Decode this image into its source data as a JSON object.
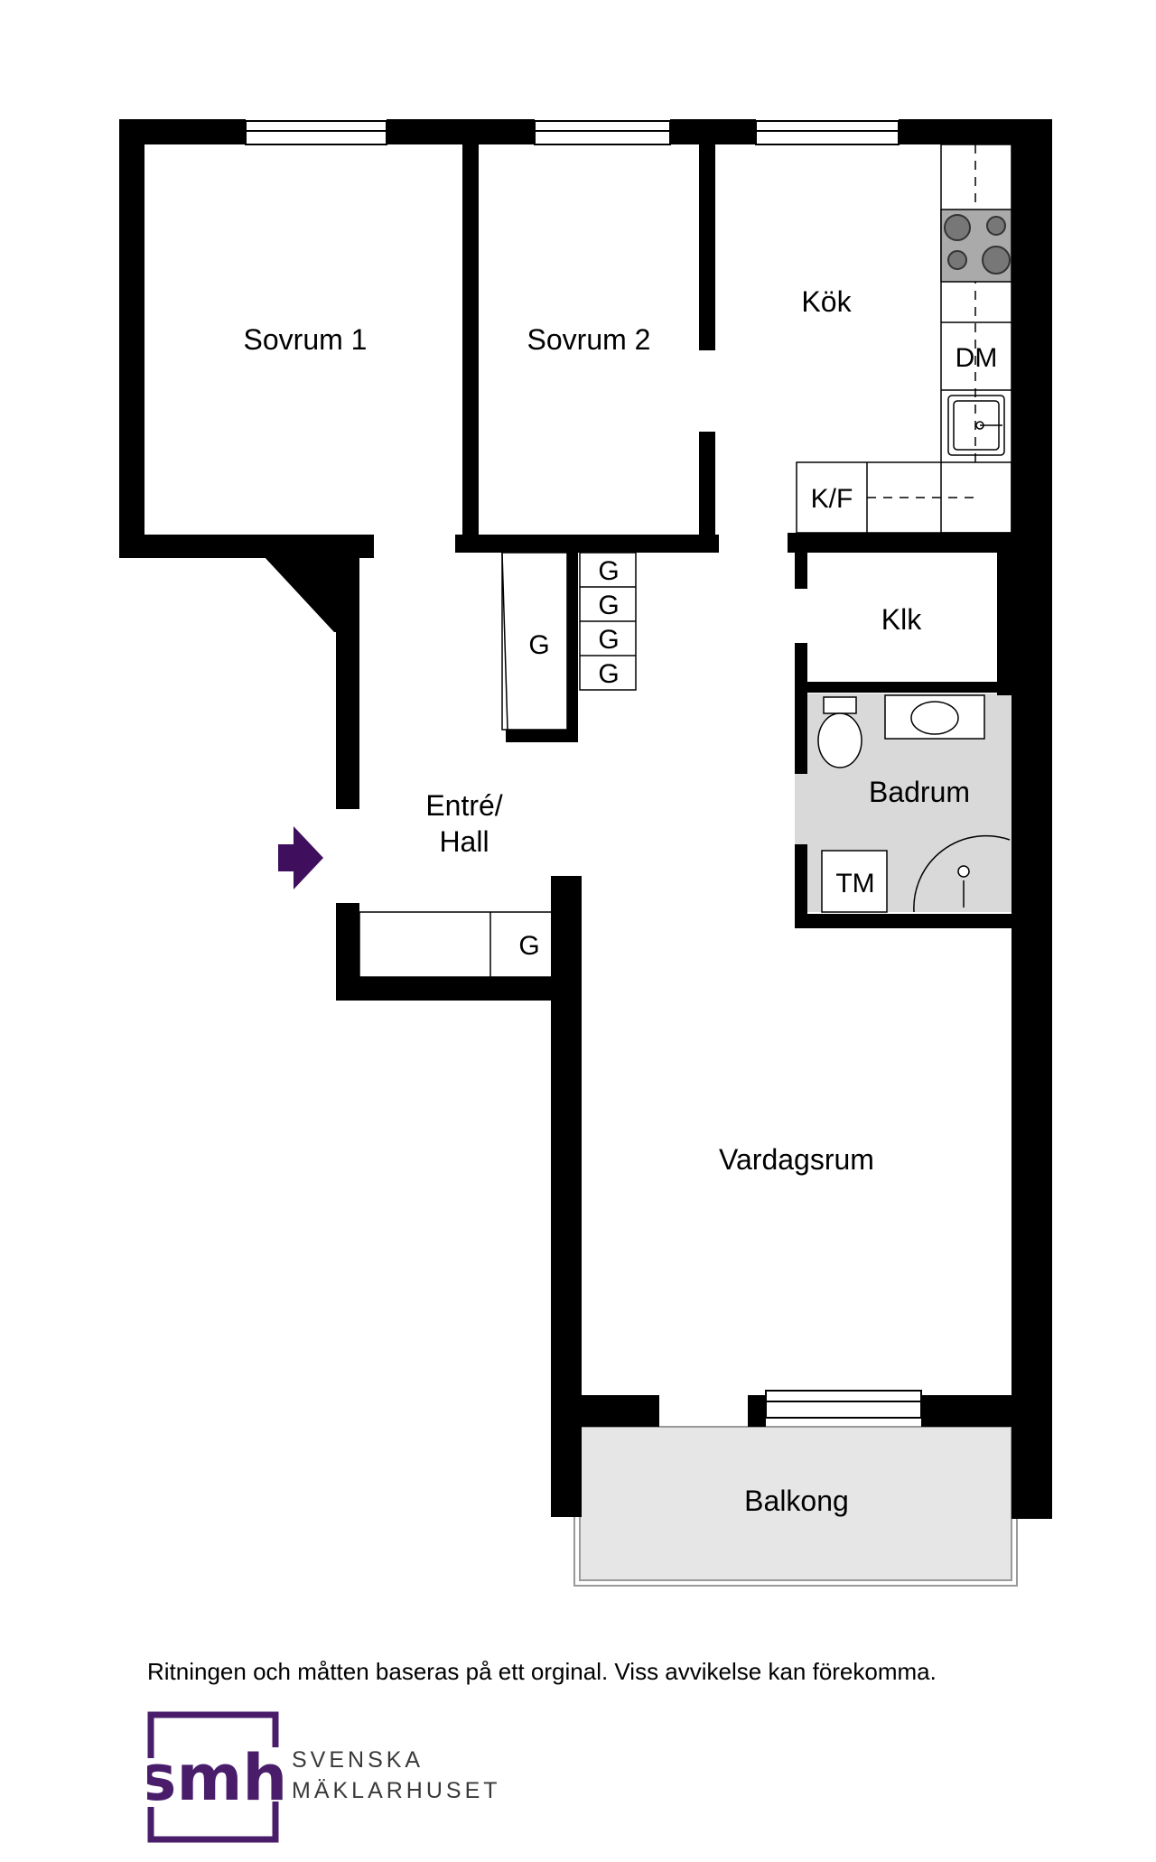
{
  "rooms": {
    "sovrum1": "Sovrum 1",
    "sovrum2": "Sovrum 2",
    "kok": "Kök",
    "dm": "DM",
    "kf": "K/F",
    "klk": "Klk",
    "badrum": "Badrum",
    "tm": "TM",
    "entre_line1": "Entré/",
    "entre_line2": "Hall",
    "vardagsrum": "Vardagsrum",
    "balkong": "Balkong",
    "garderob": "G"
  },
  "disclaimer": "Ritningen och måtten baseras på ett orginal. Viss avvikelse kan förekomma.",
  "brand": {
    "logo_text": "smh",
    "line1": "SVENSKA",
    "line2": "MÄKLARHUSET",
    "color": "#4a1d6b"
  },
  "entrance_arrow_color": "#3f0f5e"
}
